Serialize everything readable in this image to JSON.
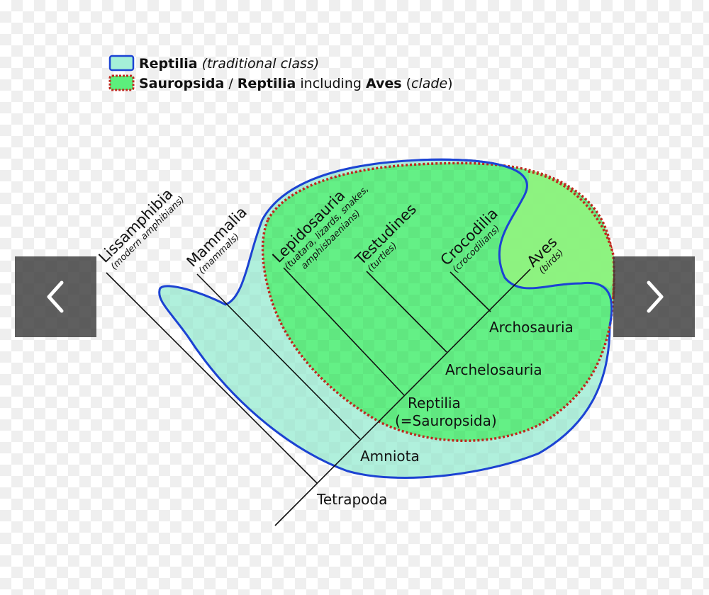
{
  "legend": {
    "reptilia": {
      "name": "Reptilia",
      "note": "(traditional class)"
    },
    "sauropsida": {
      "name": "Sauropsida",
      "sep": " / ",
      "name2": "Reptilia",
      "mid": " including ",
      "name3": "Aves",
      "note_open": " (",
      "note": "clade",
      "note_close": ")"
    }
  },
  "taxa": {
    "lissamphibia": {
      "name": "Lissamphibia",
      "common": "(modern amphibians)"
    },
    "mammalia": {
      "name": "Mammalia",
      "common": "(mammals)"
    },
    "lepidosauria": {
      "name": "Lepidosauria",
      "common_line1": "(tuatara, lizards, snakes,",
      "common_line2": "amphisbaenians)"
    },
    "testudines": {
      "name": "Testudines",
      "common": "(turtles)"
    },
    "crocodilia": {
      "name": "Crocodilia",
      "common": "(crocodilians)"
    },
    "aves": {
      "name": "Aves",
      "common": "(birds)"
    }
  },
  "nodes": {
    "archosauria": "Archosauria",
    "archelosauria": "Archelosauria",
    "reptilia_line1": "Reptilia",
    "reptilia_line2": "(=Sauropsida)",
    "amniota": "Amniota",
    "tetrapoda": "Tetrapoda"
  },
  "colors": {
    "traditional_fill": "#a5f0d8",
    "traditional_stroke": "#1c43d4",
    "clade_fill": "#5cef7c",
    "clade_stroke": "#c0281e",
    "branch": "#111111",
    "nav_bg": "#3c3c3c"
  },
  "nav": {
    "prev_icon": "chevron-left-icon",
    "next_icon": "chevron-right-icon"
  }
}
